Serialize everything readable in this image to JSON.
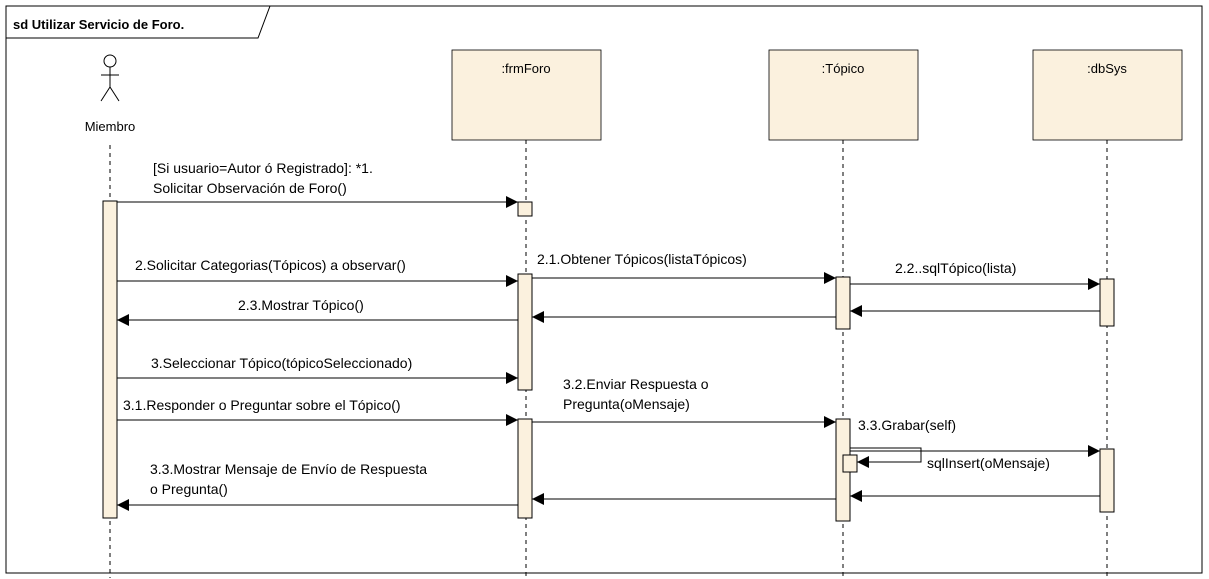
{
  "frame": {
    "title": "sd Utilizar Servicio de Foro."
  },
  "actor": {
    "name": "Miembro"
  },
  "lifelines": [
    {
      "id": "frm",
      "label": ":frmForo"
    },
    {
      "id": "top",
      "label": ":Tópico"
    },
    {
      "id": "db",
      "label": ":dbSys"
    }
  ],
  "messages": [
    {
      "id": "m1",
      "line1": "[Si usuario=Autor ó Registrado]: *1.",
      "line2": "Solicitar Observación de Foro()"
    },
    {
      "id": "m2",
      "line1": "2.Solicitar Categorias(Tópicos) a observar()"
    },
    {
      "id": "m21",
      "line1": "2.1.Obtener Tópicos(listaTópicos)"
    },
    {
      "id": "m22",
      "line1": "2.2..sqlTópico(lista)"
    },
    {
      "id": "m23",
      "line1": "2.3.Mostrar Tópico()"
    },
    {
      "id": "m3",
      "line1": "3.Seleccionar Tópico(tópicoSeleccionado)"
    },
    {
      "id": "m31",
      "line1": "3.1.Responder o Preguntar sobre el Tópico()"
    },
    {
      "id": "m32",
      "line1": "3.2.Enviar Respuesta o",
      "line2": "Pregunta(oMensaje)"
    },
    {
      "id": "m33a",
      "line1": "3.3.Grabar(self)"
    },
    {
      "id": "m33b",
      "line1": "sqlInsert(oMensaje)"
    },
    {
      "id": "m33c",
      "line1": "3.3.Mostrar Mensaje de Envío de Respuesta",
      "line2": "o Pregunta()"
    }
  ]
}
